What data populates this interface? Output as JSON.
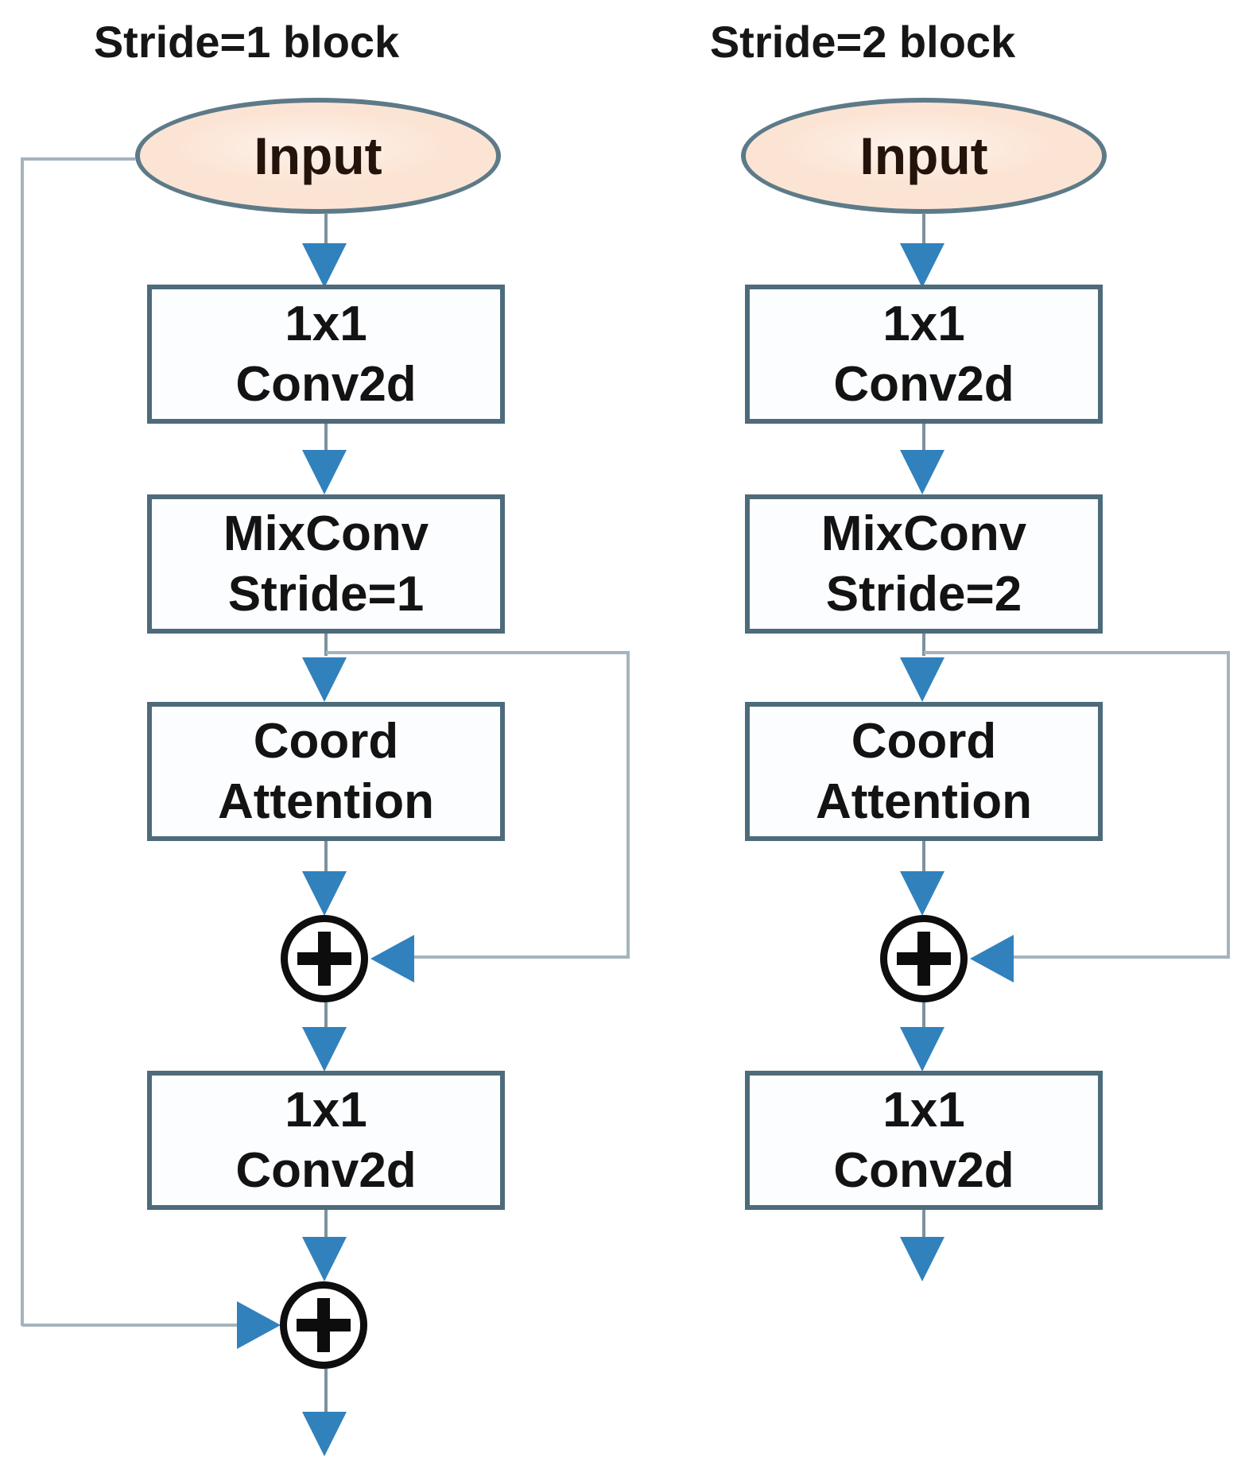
{
  "figure": {
    "colors": {
      "arrow_blue": "#3181bd",
      "connector_gray": "#7d929e",
      "skip_gray": "#a4b4bd",
      "box_border": "#4d6b7a",
      "ellipse_fill": "#fce4d4",
      "ellipse_border": "#5d7a88",
      "add_circle_border": "#0e0e0e"
    },
    "columns": [
      {
        "title": "Stride=1 block",
        "input": {
          "label": "Input"
        },
        "boxes": [
          {
            "line1": "1x1",
            "line2": "Conv2d"
          },
          {
            "line1": "MixConv",
            "line2": "Stride=1"
          },
          {
            "line1": "Coord",
            "line2": "Attention"
          },
          {
            "line1": "1x1",
            "line2": "Conv2d"
          }
        ],
        "add_icons": [
          "plus-circle-icon",
          "plus-circle-icon"
        ]
      },
      {
        "title": "Stride=2 block",
        "input": {
          "label": "Input"
        },
        "boxes": [
          {
            "line1": "1x1",
            "line2": "Conv2d"
          },
          {
            "line1": "MixConv",
            "line2": "Stride=2"
          },
          {
            "line1": "Coord",
            "line2": "Attention"
          },
          {
            "line1": "1x1",
            "line2": "Conv2d"
          }
        ],
        "add_icons": [
          "plus-circle-icon"
        ]
      }
    ]
  }
}
